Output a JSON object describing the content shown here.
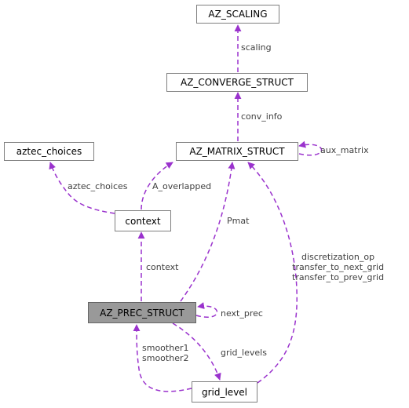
{
  "diagram": {
    "colors": {
      "edge": "#9a32cd",
      "node_border": "#7f7f7f",
      "highlight_fill": "#999999",
      "label": "#404040"
    },
    "nodes": {
      "az_scaling": "AZ_SCALING",
      "az_converge_struct": "AZ_CONVERGE_STRUCT",
      "az_matrix_struct": "AZ_MATRIX_STRUCT",
      "aztec_choices": "aztec_choices",
      "context": "context",
      "az_prec_struct": "AZ_PREC_STRUCT",
      "grid_level": "grid_level"
    },
    "edge_labels": {
      "scaling": "scaling",
      "conv_info": "conv_info",
      "aux_matrix": "aux_matrix",
      "aztec_choices": "aztec_choices",
      "a_overlapped": "A_overlapped",
      "pmat": "Pmat",
      "context": "context",
      "next_prec": "next_prec",
      "discretization_op": "discretization_op",
      "transfer_to_next_grid": "transfer_to_next_grid",
      "transfer_to_prev_grid": "transfer_to_prev_grid",
      "smoother1": "smoother1",
      "smoother2": "smoother2",
      "grid_levels": "grid_levels"
    }
  }
}
